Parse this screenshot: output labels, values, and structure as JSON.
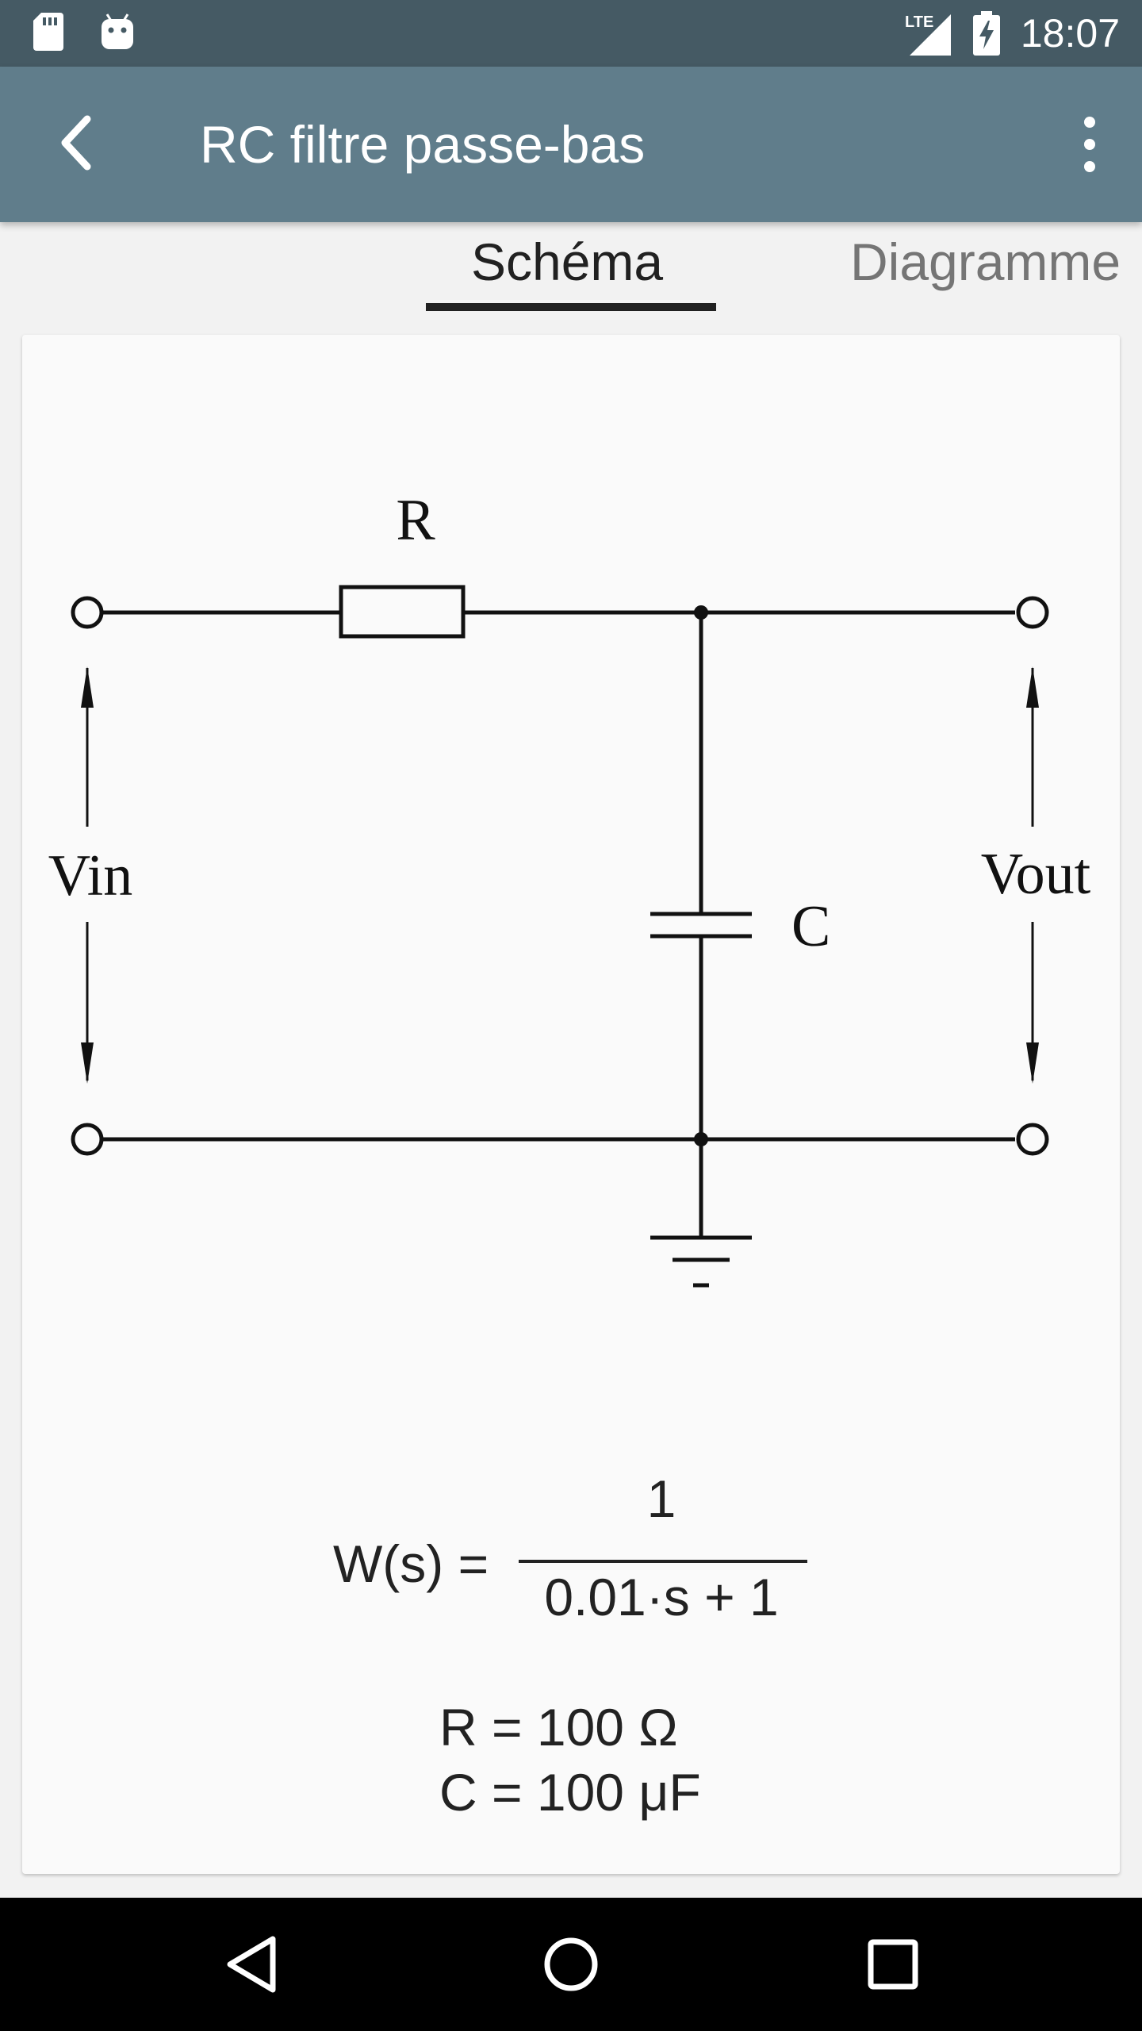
{
  "status_bar": {
    "time": "18:07",
    "network": "LTE",
    "icons": [
      "sd-card-icon",
      "android-icon",
      "signal-icon",
      "battery-charging-icon"
    ]
  },
  "app_bar": {
    "title": "RC filtre passe-bas",
    "back_icon": "arrow-back-icon",
    "menu_icon": "more-vert-icon"
  },
  "tabs": [
    {
      "label": "Schéma",
      "selected": true
    },
    {
      "label": "Diagramme",
      "selected": false
    }
  ],
  "schematic": {
    "labels": {
      "resistor": "R",
      "capacitor": "C",
      "input": "Vin",
      "output": "Vout"
    }
  },
  "formula": {
    "lhs": "W(s) =",
    "numerator": "1",
    "denominator": "0.01·s + 1"
  },
  "params": {
    "r": "R = 100 Ω",
    "c": "C = 100 μF"
  },
  "nav_bar": {
    "icons": [
      "back-triangle-icon",
      "home-circle-icon",
      "recents-square-icon"
    ]
  },
  "colors": {
    "status_bar": "#455a64",
    "app_bar": "#607d8b",
    "tab_indicator": "#212121"
  }
}
